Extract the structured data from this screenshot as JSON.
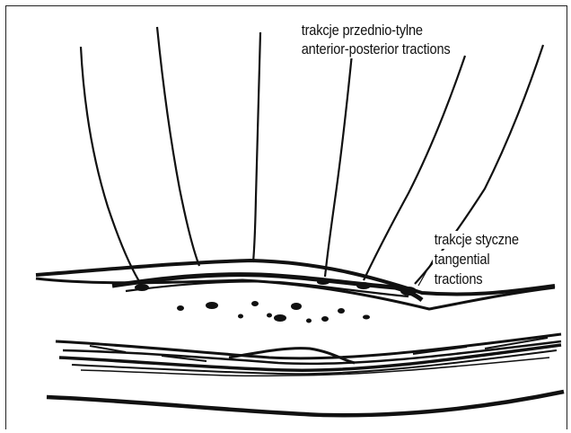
{
  "labels": {
    "anterior_posterior": {
      "polish": "trakcje przednio-tylne",
      "english": "anterior-posterior tractions"
    },
    "tangential": {
      "polish": "trakcje styczne",
      "english_line1": "tangential",
      "english_line2": "tractions"
    }
  }
}
